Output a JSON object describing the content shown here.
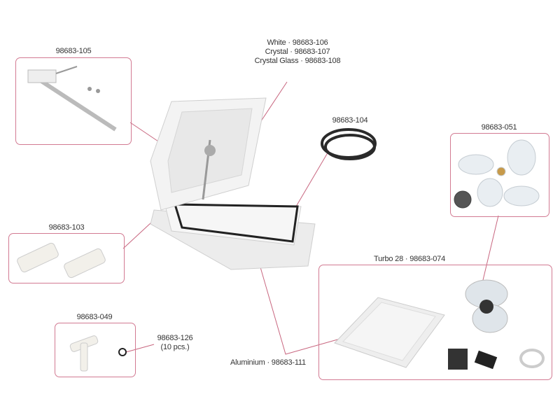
{
  "colors": {
    "line": "#c8667f",
    "part": "#eeeeee",
    "gasket": "#2a2a2a"
  },
  "labels": {
    "lid_white": "White · 98683-106",
    "lid_crystal": "Crystal · 98683-107",
    "lid_crystal_glass": "Crystal Glass · 98683-108",
    "arm": "98683-105",
    "seal": "98683-104",
    "fan_blade": "98683-051",
    "clips": "98683-103",
    "turbo": "Turbo 28 · 98683-074",
    "handle": "98683-049",
    "oring": "98683-126",
    "oring_qty": "(10 pcs.)",
    "frame": "Aluminium · 98683-111"
  }
}
